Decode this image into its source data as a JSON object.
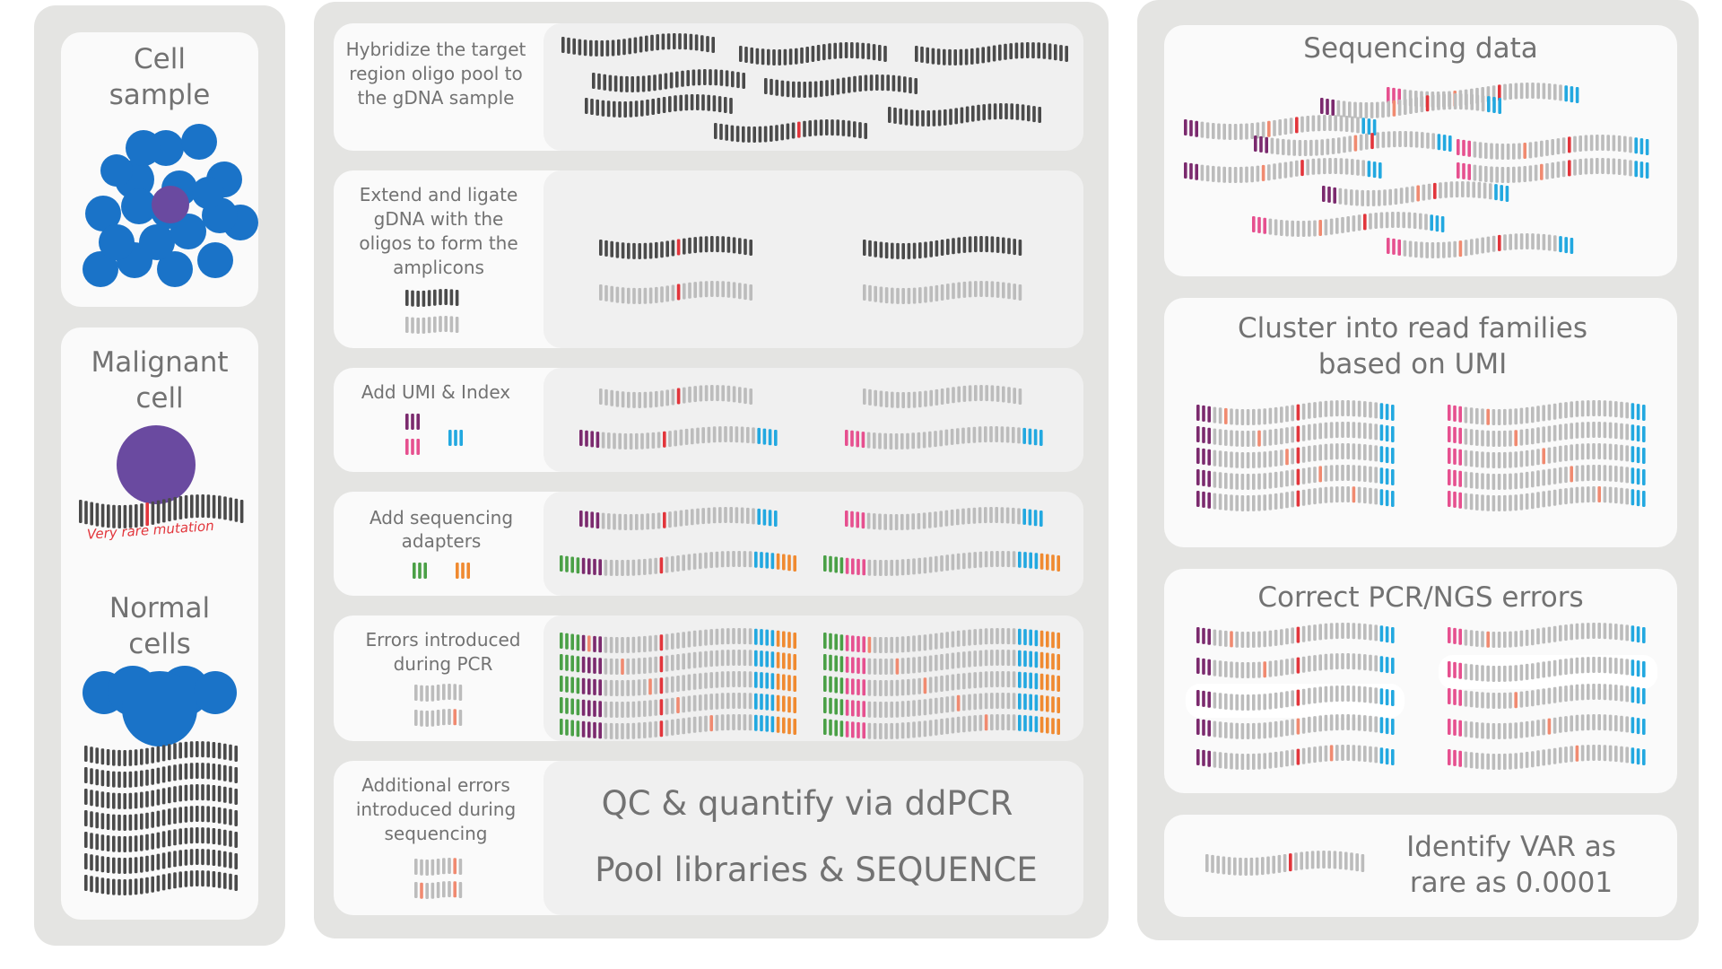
{
  "left": {
    "cell_sample": "Cell sample",
    "malignant_cell": "Malignant cell",
    "mutation_label": "Very rare mutation",
    "normal_cells": "Normal cells"
  },
  "steps": [
    {
      "id": "hybridize",
      "label": "Hybridize the target region oligo pool to the gDNA sample"
    },
    {
      "id": "extend",
      "label": "Extend and ligate gDNA with the oligos to form the amplicons"
    },
    {
      "id": "umi",
      "label": "Add UMI & Index"
    },
    {
      "id": "adapters",
      "label": "Add sequencing adapters"
    },
    {
      "id": "pcr",
      "label": "Errors introduced during PCR"
    },
    {
      "id": "seq",
      "label": "Additional errors introduced during sequencing"
    }
  ],
  "qc": {
    "line1": "QC & quantify via ddPCR",
    "line2": "Pool libraries & SEQUENCE"
  },
  "right": {
    "sequencing_data": "Sequencing data",
    "cluster": "Cluster into read families based on UMI",
    "correct": "Correct PCR/NGS errors",
    "identify": "Identify VAR as rare as 0.0001"
  },
  "colors": {
    "dark_strand": "#4a4a4a",
    "light_strand": "#bcbcbc",
    "mutation": "#e2353b",
    "error": "#f08a70",
    "umi_purple": "#7b2a6e",
    "umi_pink": "#e6508f",
    "index_blue": "#22a8e0",
    "adapter_green": "#4aa046",
    "adapter_orange": "#f08a30",
    "cell_blue": "#1a73c8",
    "malignant_purple": "#6a4aa0"
  }
}
